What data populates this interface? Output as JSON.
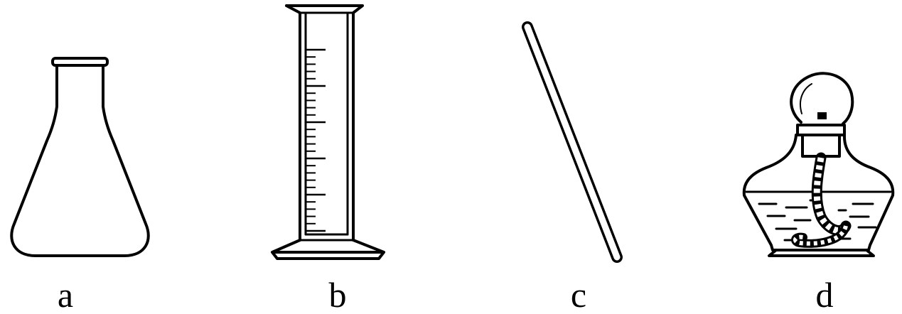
{
  "figure": {
    "items": [
      {
        "id": "a",
        "label": "a",
        "depicts": "conical-flask"
      },
      {
        "id": "b",
        "label": "b",
        "depicts": "graduated-cylinder"
      },
      {
        "id": "c",
        "label": "c",
        "depicts": "glass-rod"
      },
      {
        "id": "d",
        "label": "d",
        "depicts": "alcohol-lamp"
      }
    ]
  },
  "colors": {
    "line": "#000000",
    "background": "#ffffff"
  }
}
